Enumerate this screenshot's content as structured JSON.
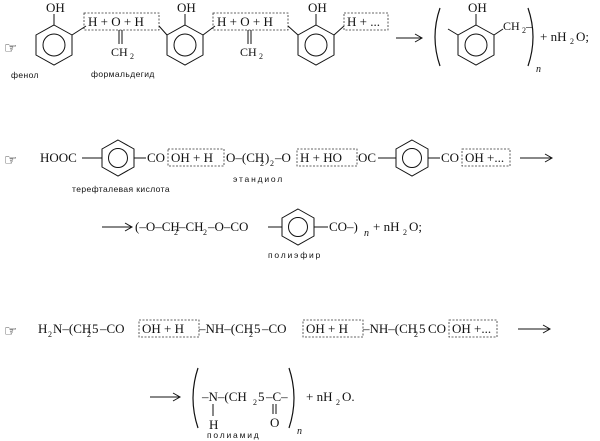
{
  "bullet_glyph": "☞",
  "r1": {
    "oh1": "OH",
    "box1": "H + O + H",
    "ch2_a": "CH",
    "two_a": "2",
    "oh2": "OH",
    "box2": "H + O + H",
    "ch2_b": "CH",
    "two_b": "2",
    "oh3": "OH",
    "box3": "H + ...",
    "prod_oh": "OH",
    "prod_ch2": "CH",
    "prod_two": "2",
    "prod_dash": "–",
    "sub_n": "n",
    "tail": "+ nH",
    "tail_2": "2",
    "tail_o": "O;",
    "cap_phenol": "фенол",
    "cap_formaldehyde": "формальдегид"
  },
  "r2": {
    "hooc": "HOOC",
    "co1": "CO",
    "box1": "OH + H",
    "o_ch2": "O–(CH",
    "two1": "2",
    "close2": ")",
    "two2": "2",
    "o_dash": "–O",
    "box2": "H + HO",
    "oc": "OC",
    "co2": "CO",
    "box3": "OH +...",
    "cap_acid": "терефталевая кислота",
    "cap_diol": "этандиол",
    "l2_lead": "(–O–CH",
    "l2_2a": "2",
    "l2_mid": "–CH",
    "l2_2b": "2",
    "l2_rest": "–O–CO",
    "l2_co": "CO–)",
    "l2_n": "n",
    "l2_tail": "+ nH",
    "l2_tail2": "2",
    "l2_tailo": "O;",
    "cap_polyester": "полиэфир"
  },
  "r3": {
    "h2n": "H",
    "h2n_2": "2",
    "h2n_rest": "N–(CH",
    "five1": "2",
    "five1b": "5",
    "co1": "–CO",
    "box1": "OH + H",
    "nh1": "–NH–(CH",
    "five2": "2",
    "five2b": "5",
    "co2": "–CO",
    "box2": "OH + H",
    "nh2": "–NH–(CH",
    "five3": "2",
    "five3b": "5",
    "co3": "CO",
    "box3": "OH +...",
    "l2_n": "–N–(CH",
    "l2_2": "2",
    "l2_5": "5",
    "l2_c": "–C–",
    "l2_h": "H",
    "l2_o": "O",
    "l2_sub_n": "n",
    "l2_tail": "+ nH",
    "l2_tail2": "2",
    "l2_tailo": "O.",
    "cap_polyamide": "полиамид"
  }
}
